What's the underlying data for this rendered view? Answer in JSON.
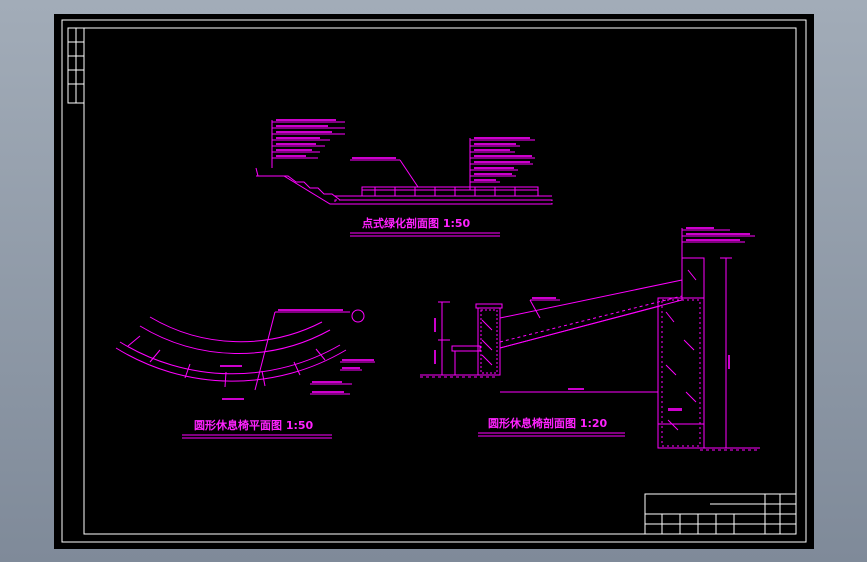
{
  "colors": {
    "linework": "#ff00ff",
    "frame": "#ffffff",
    "background": "#000000"
  },
  "drawings": {
    "top_section": {
      "title": "点式绿化剖面图 1:50"
    },
    "plan": {
      "title": "圆形休息椅平面图 1:50"
    },
    "section": {
      "title": "圆形休息椅剖面图 1:20"
    }
  }
}
